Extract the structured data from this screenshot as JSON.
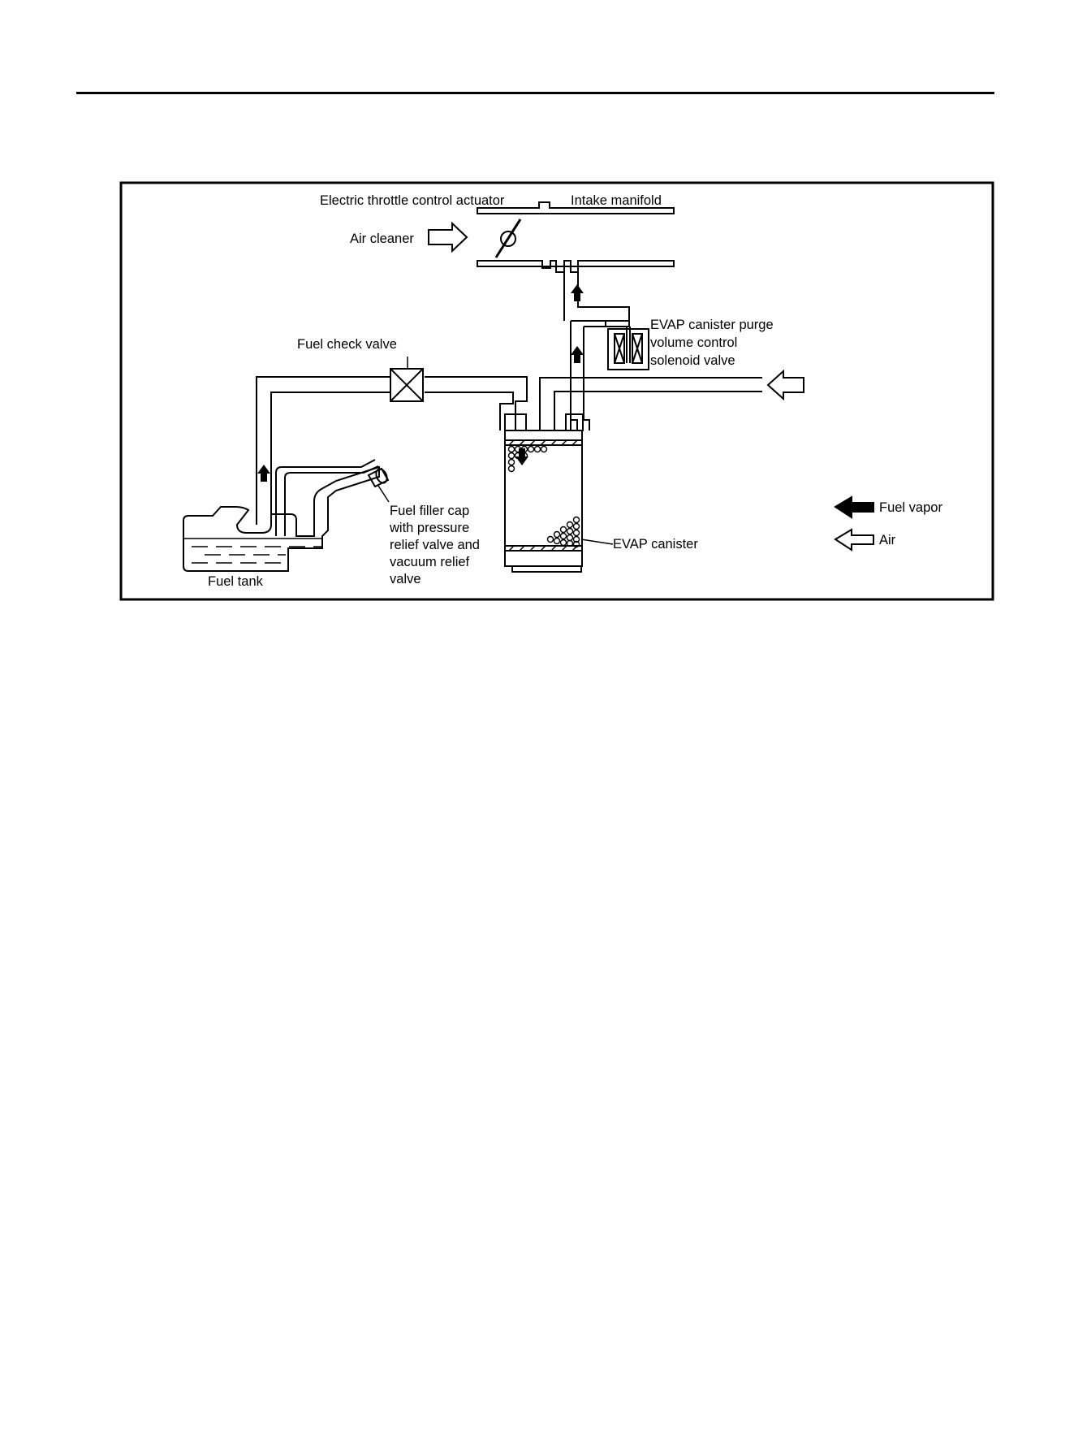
{
  "labels": {
    "throttle_actuator": "Electric throttle control actuator",
    "intake_manifold": "Intake manifold",
    "air_cleaner": "Air cleaner",
    "fuel_check_valve": "Fuel check valve",
    "purge_valve_line1": "EVAP canister purge",
    "purge_valve_line2": "volume control",
    "purge_valve_line3": "solenoid valve",
    "filler_cap_line1": "Fuel filler cap",
    "filler_cap_line2": "with pressure",
    "filler_cap_line3": "relief valve and",
    "filler_cap_line4": "vacuum relief",
    "filler_cap_line5": "valve",
    "evap_canister": "EVAP canister",
    "fuel_tank": "Fuel tank"
  },
  "legend": {
    "fuel_vapor": "Fuel vapor",
    "air": "Air"
  },
  "colors": {
    "line": "#000000",
    "background": "#ffffff"
  }
}
